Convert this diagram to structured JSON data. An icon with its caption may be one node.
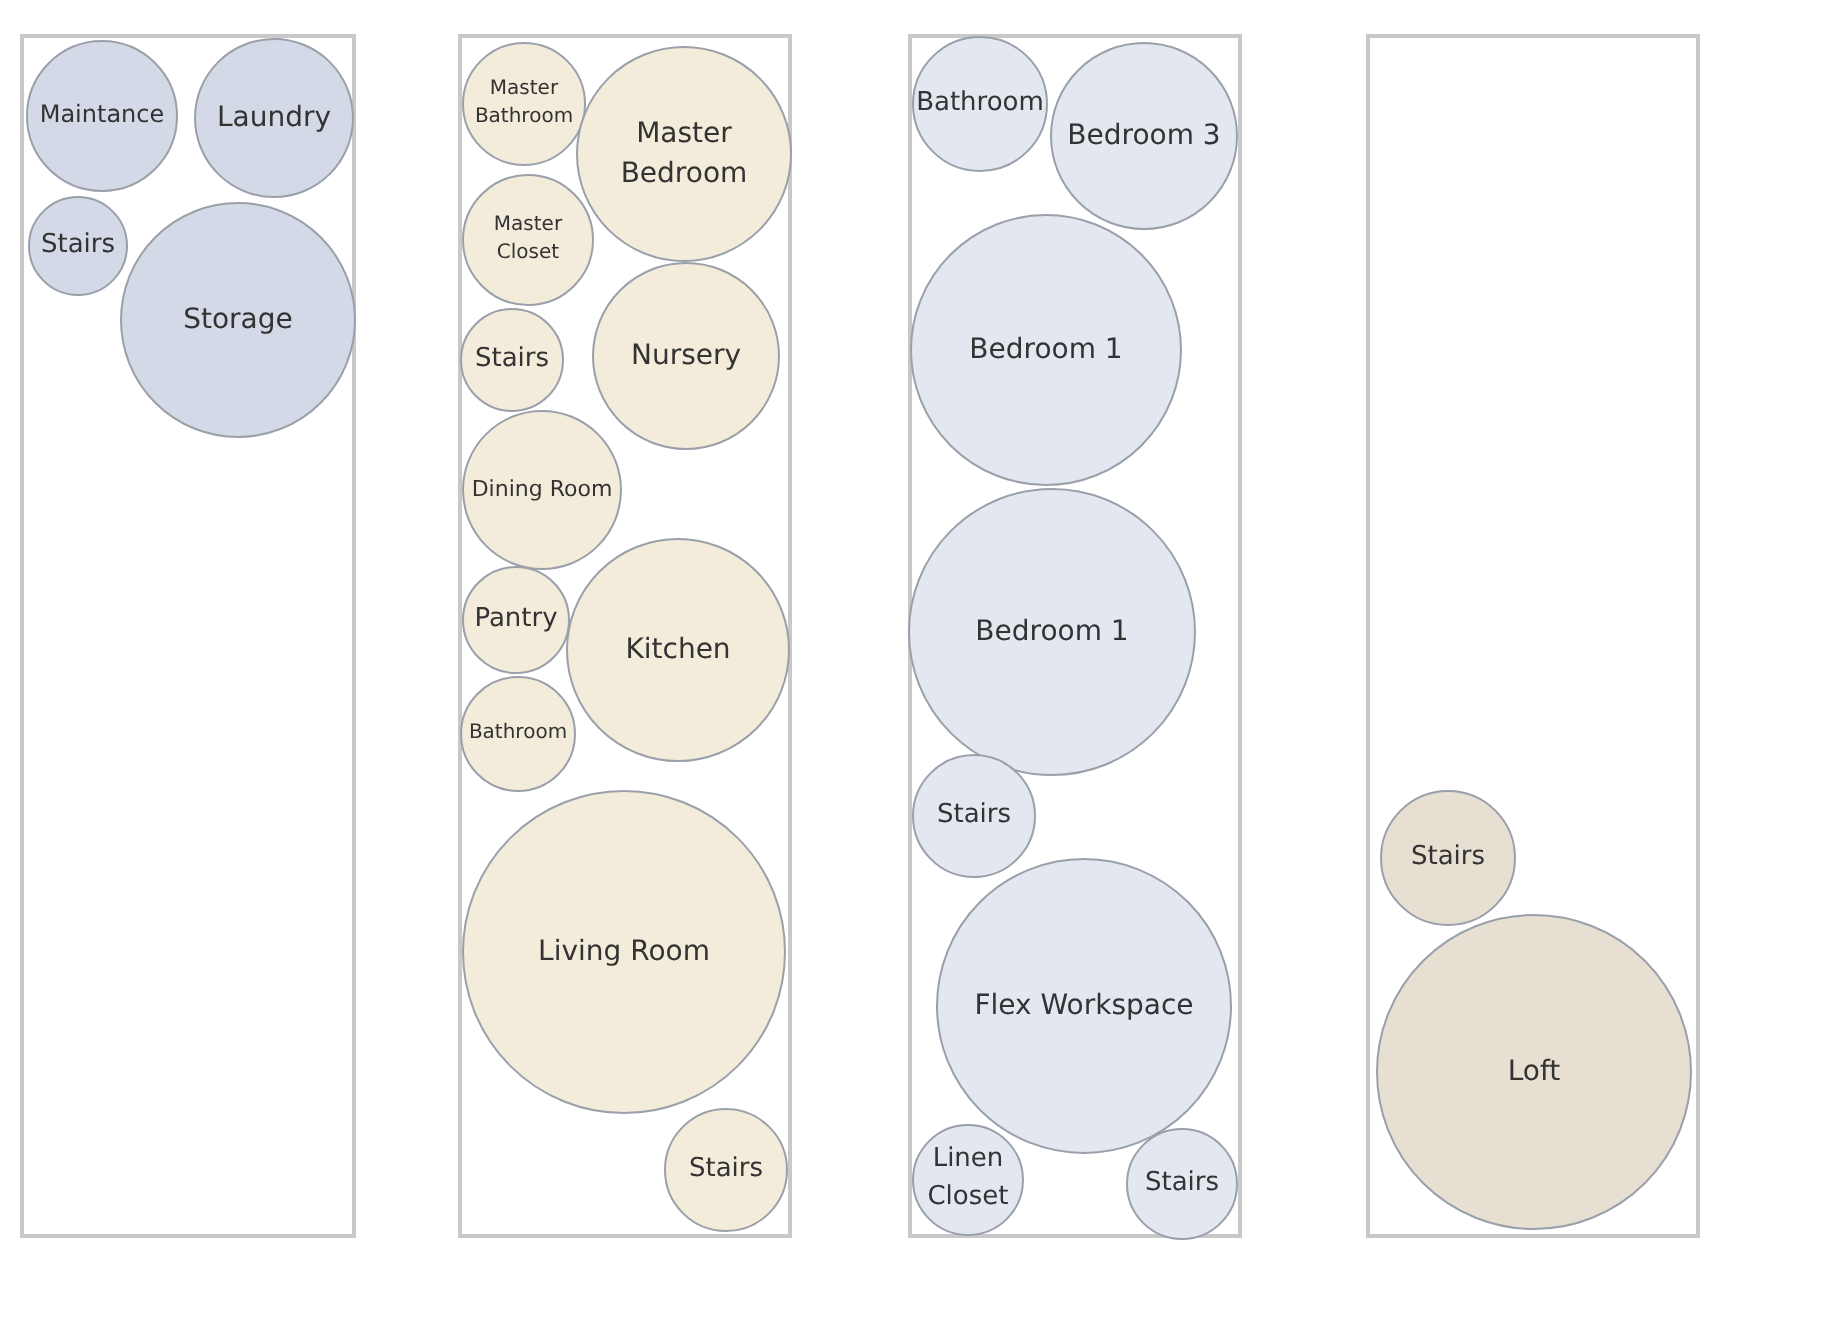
{
  "diagram": {
    "nodes": [
      {
        "text": [],
        "shape": "box"
      },
      {
        "text": [
          "Maintance"
        ],
        "in": 0
      },
      {
        "text": [
          "Laundry"
        ],
        "in": 0
      },
      {
        "text": [
          "Stairs"
        ],
        "in": 0
      },
      {
        "text": [
          "Storage"
        ],
        "in": 0
      },
      {
        "text": [],
        "shape": "box"
      },
      {
        "text": [
          "Master Bathroom"
        ],
        "in": 5
      },
      {
        "text": [
          "Master Bedroom"
        ],
        "in": 5
      },
      {
        "text": [
          "Master Closet"
        ],
        "in": 5
      },
      {
        "text": [
          "Stairs"
        ],
        "in": 5
      },
      {
        "text": [
          "Nursery"
        ],
        "in": 5
      },
      {
        "text": [
          "Dining Room"
        ],
        "in": 5
      },
      {
        "text": [
          "Pantry"
        ],
        "in": 5
      },
      {
        "text": [
          "Kitchen"
        ],
        "in": 5
      },
      {
        "text": [
          "Bathroom"
        ],
        "in": 5
      },
      {
        "text": [
          "Living Room"
        ],
        "in": 5
      },
      {
        "text": [
          "Stairs"
        ],
        "in": 5
      },
      {
        "text": [],
        "shape": "box"
      },
      {
        "text": [
          "Bathroom"
        ],
        "in": 17
      },
      {
        "text": [
          "Bedroom 3"
        ],
        "in": 17
      },
      {
        "text": [
          "Bedroom 1"
        ],
        "in": 17
      },
      {
        "text": [
          "Bedroom 1"
        ],
        "in": 17
      },
      {
        "text": [
          "Stairs"
        ],
        "in": 17
      },
      {
        "text": [
          "Flex Workspace"
        ],
        "in": 17
      },
      {
        "text": [
          "Linen Closet"
        ],
        "in": 17
      },
      {
        "text": [
          "Stairs"
        ],
        "in": 17
      },
      {
        "text": [],
        "shape": "box"
      },
      {
        "text": [
          "Stairs"
        ],
        "in": 26
      },
      {
        "text": [
          "Loft"
        ],
        "in": 26
      }
    ]
  }
}
